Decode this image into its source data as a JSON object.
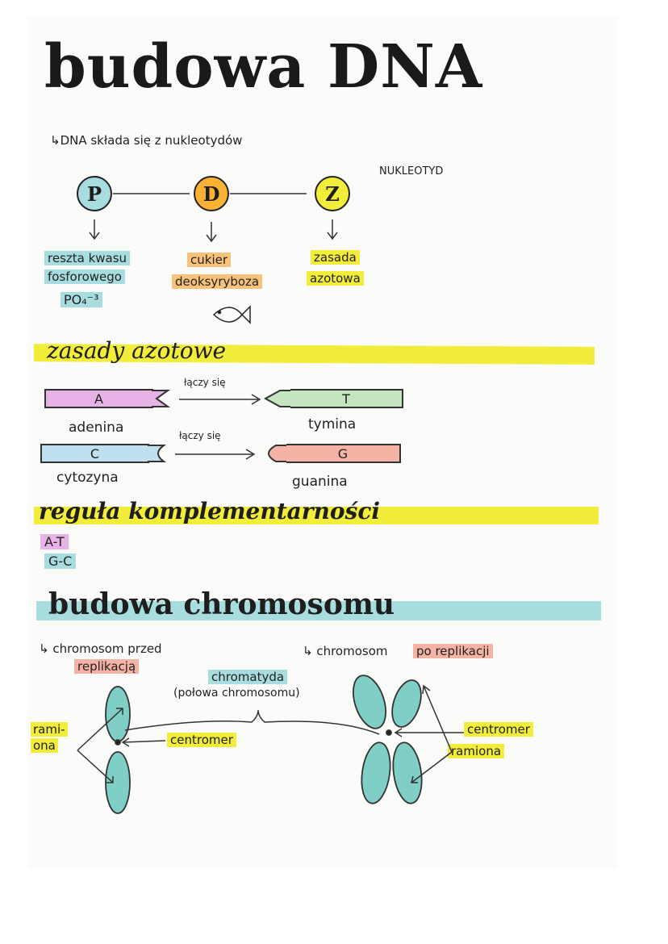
{
  "title": "budowa DNA",
  "intro": "↳DNA składa się z nukleotydów",
  "nucleotide": {
    "label": "NUKLEOTYD",
    "parts": [
      {
        "symbol": "P",
        "color": "#a8dde0",
        "desc1": "reszta kwasu",
        "desc2": "fosforowego",
        "formula": "PO₄⁻³"
      },
      {
        "symbol": "D",
        "color": "#f9b233",
        "desc1": "cukier",
        "desc2": "deoksyryboza"
      },
      {
        "symbol": "Z",
        "color": "#f2ec3b",
        "desc1": "zasada",
        "desc2": "azotowa"
      }
    ]
  },
  "bases": {
    "heading": "zasady azotowe",
    "join_label": "łączy się",
    "pairs": [
      {
        "left": "A",
        "left_name": "adenina",
        "left_color": "#e7b2e6",
        "right": "T",
        "right_name": "tymina",
        "right_color": "#c4e5c0"
      },
      {
        "left": "C",
        "left_name": "cytozyna",
        "left_color": "#bfe1ef",
        "right": "G",
        "right_name": "guanina",
        "right_color": "#f4b3a4"
      }
    ]
  },
  "complementarity": {
    "heading": "reguła komplementarności",
    "rule1": "A-T",
    "rule2": "G-C"
  },
  "chromosome": {
    "heading": "budowa chromosomu",
    "before_label1": "↳ chromosom przed",
    "before_label2": "replikacją",
    "after_label1": "↳ chromosom",
    "after_label2": "po replikacji",
    "chromatid1": "chromatyda",
    "chromatid2": "(połowa chromosomu)",
    "arms_left1": "rami-",
    "arms_left2": "ona",
    "centromere_left": "centromer",
    "centromere_right": "centromer",
    "arms_right": "ramiona"
  }
}
